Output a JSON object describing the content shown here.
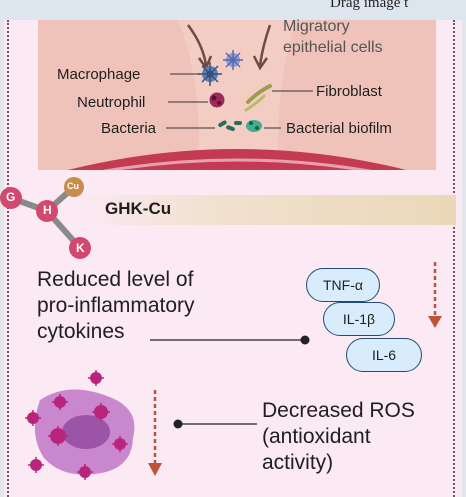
{
  "page": {
    "drag_hint": "Drag image t"
  },
  "wound_section": {
    "labels": {
      "migratory_line1": "Migratory",
      "migratory_line2": "epithelial cells",
      "macrophage": "Macrophage",
      "neutrophil": "Neutrophil",
      "bacteria": "Bacteria",
      "fibroblast": "Fibroblast",
      "bacterial_biofilm": "Bacterial biofilm"
    }
  },
  "ghk": {
    "title": "GHK-Cu",
    "atoms": {
      "g": "G",
      "h": "H",
      "k": "K",
      "cu": "Cu"
    }
  },
  "cytokines": {
    "line1": "Reduced level of",
    "line2": "pro-inflammatory",
    "line3": "cytokines",
    "items": [
      "TNF-α",
      "IL-1β",
      "IL-6"
    ]
  },
  "ros": {
    "line1": "Decreased ROS",
    "line2": "(antioxidant",
    "line3": "activity)"
  },
  "colors": {
    "panel_bg": "#fbe9f3",
    "arrow_down": "#c0523a",
    "pill_bg": "#d8ecfb",
    "pill_border": "#1f4d75",
    "atom": "#d2486f",
    "cell": "#b8257c"
  }
}
